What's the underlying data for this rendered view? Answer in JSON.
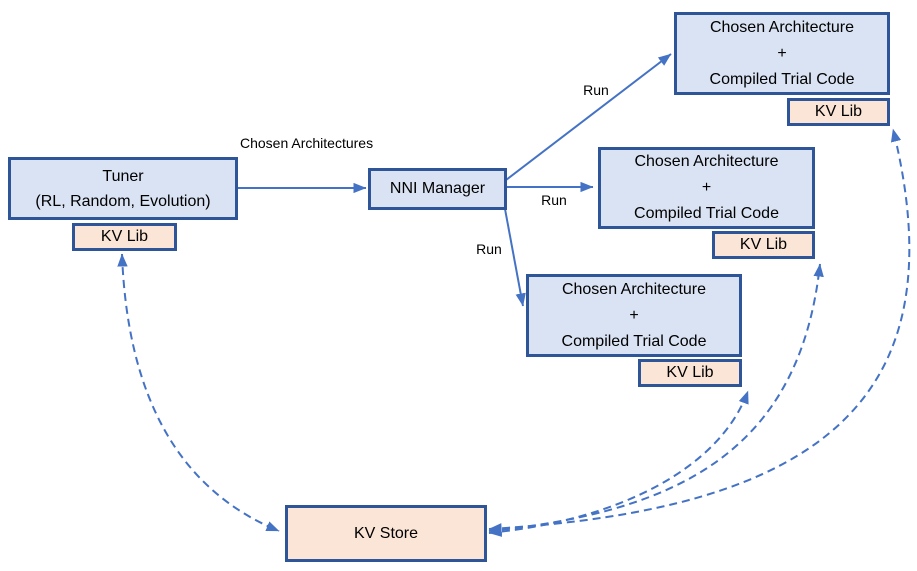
{
  "diagram": {
    "nodes": {
      "tuner": {
        "lines": [
          "Tuner",
          "(RL, Random, Evolution)"
        ]
      },
      "tuner_kv_lib": {
        "label": "KV Lib"
      },
      "nni_manager": {
        "label": "NNI Manager"
      },
      "trial_top": {
        "lines": [
          "Chosen Architecture",
          "+",
          "Compiled Trial Code"
        ]
      },
      "trial_top_kv_lib": {
        "label": "KV Lib"
      },
      "trial_mid": {
        "lines": [
          "Chosen Architecture",
          "+",
          "Compiled Trial Code"
        ]
      },
      "trial_mid_kv_lib": {
        "label": "KV Lib"
      },
      "trial_bot": {
        "lines": [
          "Chosen Architecture",
          "+",
          "Compiled Trial Code"
        ]
      },
      "trial_bot_kv_lib": {
        "label": "KV Lib"
      },
      "kv_store": {
        "label": "KV Store"
      }
    },
    "edge_labels": {
      "tuner_to_nni": {
        "lines": [
          "Chosen",
          "Architectures"
        ]
      },
      "run_top": "Run",
      "run_mid": "Run",
      "run_bot": "Run"
    },
    "colors": {
      "node_fill_blue": "#dae3f3",
      "node_fill_peach": "#fbe5d6",
      "node_border": "#2e5597",
      "arrow": "#4472c4",
      "text": "#000000",
      "background": "#ffffff"
    }
  }
}
